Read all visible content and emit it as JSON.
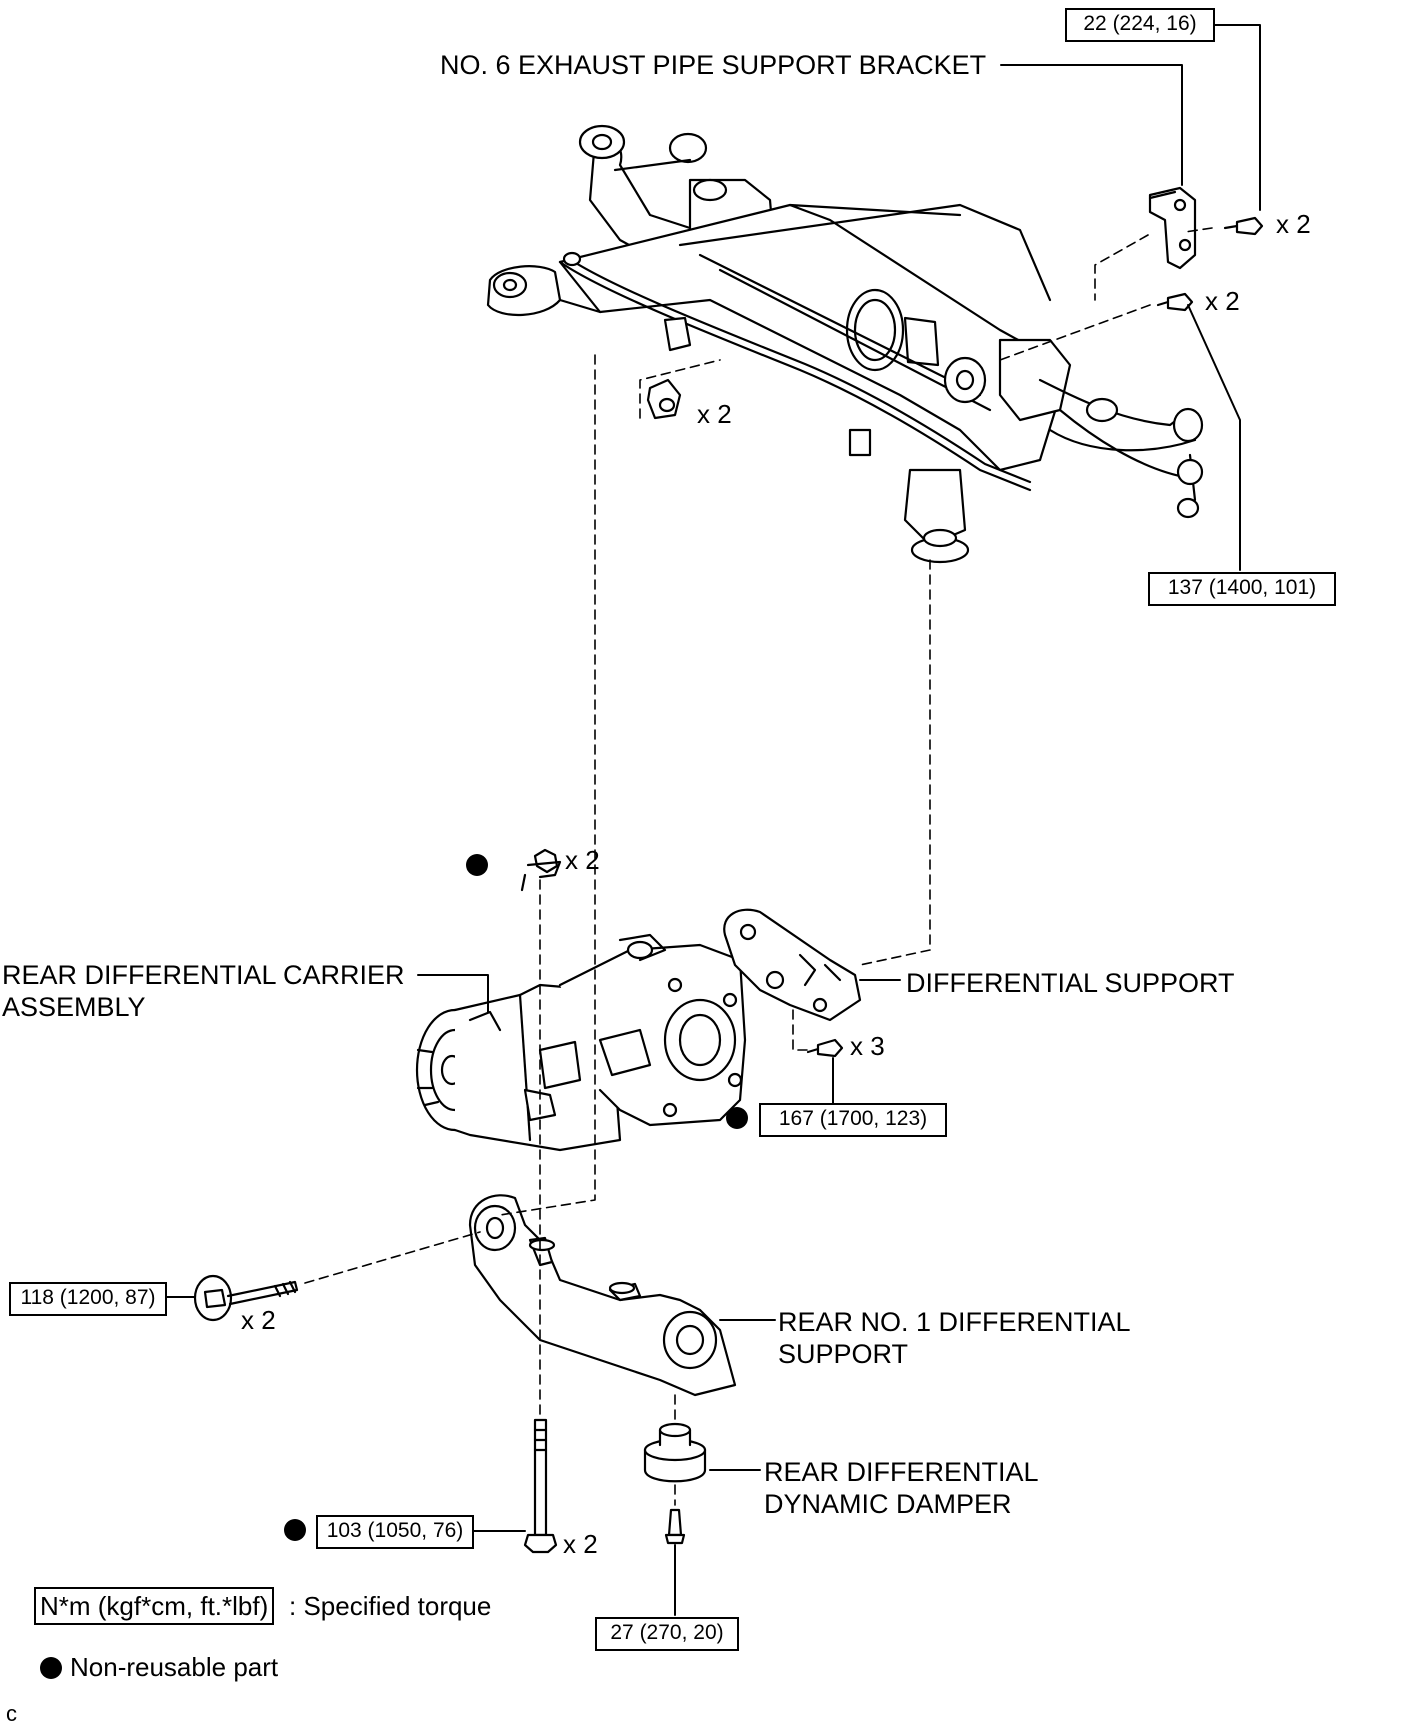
{
  "labels": {
    "exhaust_bracket": "NO. 6 EXHAUST PIPE SUPPORT BRACKET",
    "carrier_line1": "REAR DIFFERENTIAL CARRIER",
    "carrier_line2": "ASSEMBLY",
    "diff_support": "DIFFERENTIAL SUPPORT",
    "rear_no1_line1": "REAR NO. 1 DIFFERENTIAL",
    "rear_no1_line2": "SUPPORT",
    "damper_line1": "REAR DIFFERENTIAL",
    "damper_line2": "DYNAMIC DAMPER"
  },
  "torques": {
    "t22": "22 (224, 16)",
    "t137": "137 (1400, 101)",
    "t167": "167 (1700, 123)",
    "t118": "118 (1200, 87)",
    "t103": "103 (1050, 76)",
    "t27": "27 (270, 20)"
  },
  "multipliers": {
    "x2": "x 2",
    "x3": "x 3"
  },
  "legend": {
    "torque_unit": "N*m (kgf*cm, ft.*lbf)",
    "torque_desc": ": Specified torque",
    "non_reusable": "Non-reusable part"
  },
  "corner_code": "c"
}
